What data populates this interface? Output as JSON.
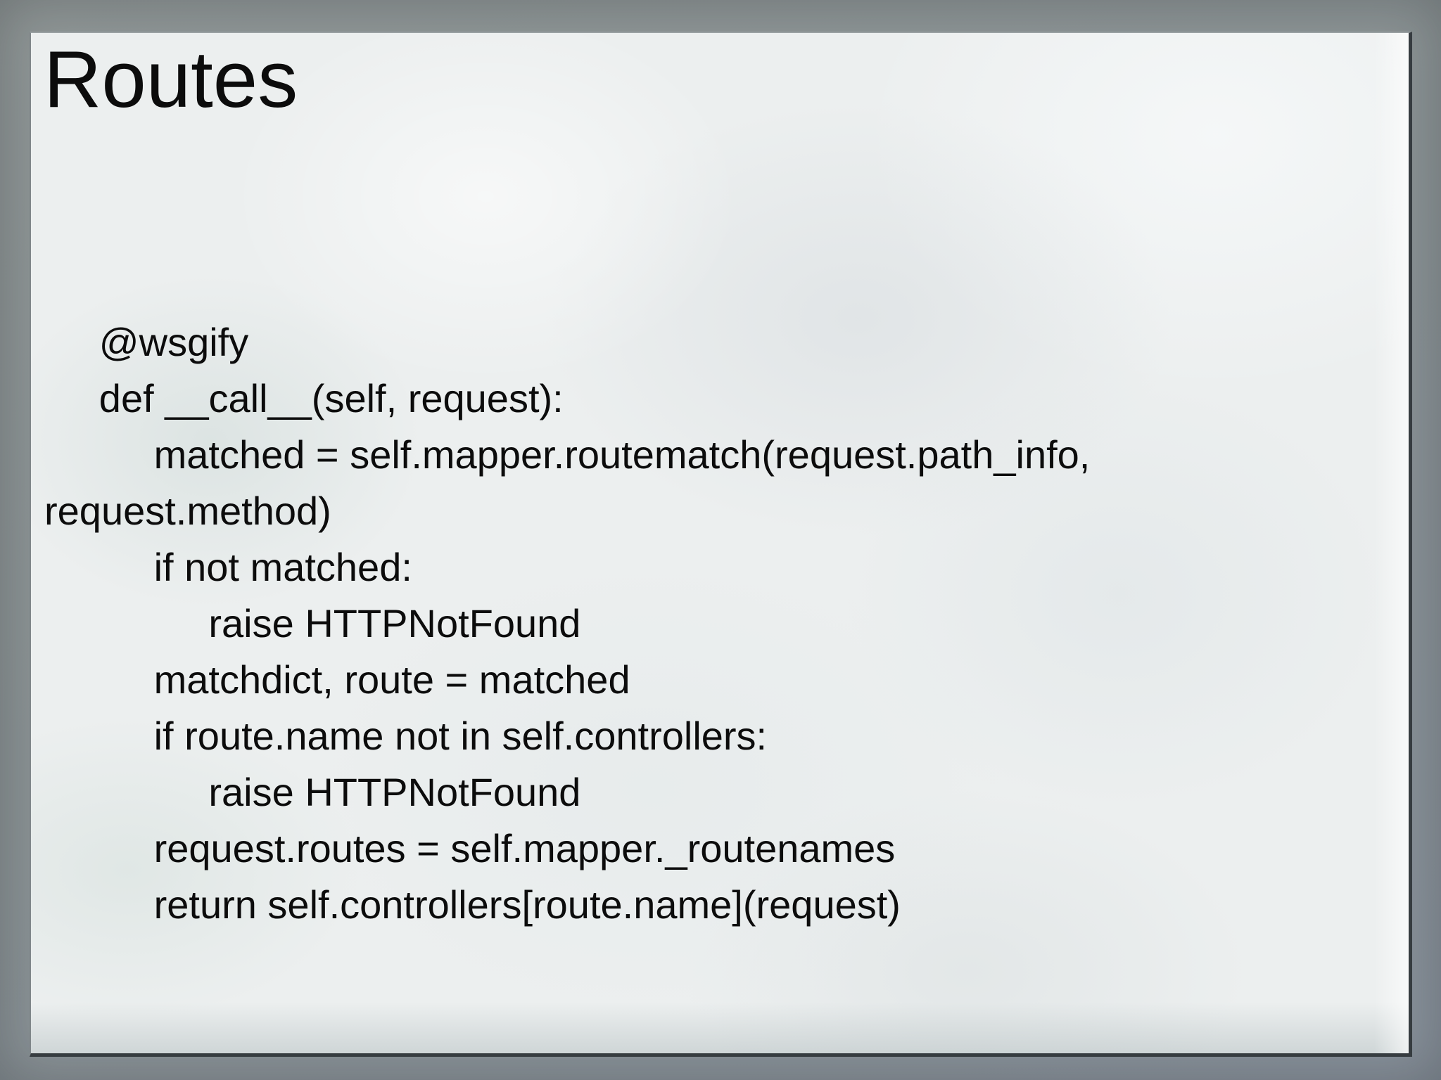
{
  "slide": {
    "title": "Routes",
    "code_lines": [
      "     @wsgify",
      "     def __call__(self, request):",
      "          matched = self.mapper.routematch(request.path_info,",
      "request.method)",
      "          if not matched:",
      "               raise HTTPNotFound",
      "          matchdict, route = matched",
      "          if route.name not in self.controllers:",
      "               raise HTTPNotFound",
      "          request.routes = self.mapper._routenames",
      "          return self.controllers[route.name](request)"
    ]
  },
  "colors": {
    "frame_background": "#8a9294",
    "slide_background": "#ecefef",
    "slide_edge_shadow": "#363c40",
    "text": "#0c0c0c"
  }
}
